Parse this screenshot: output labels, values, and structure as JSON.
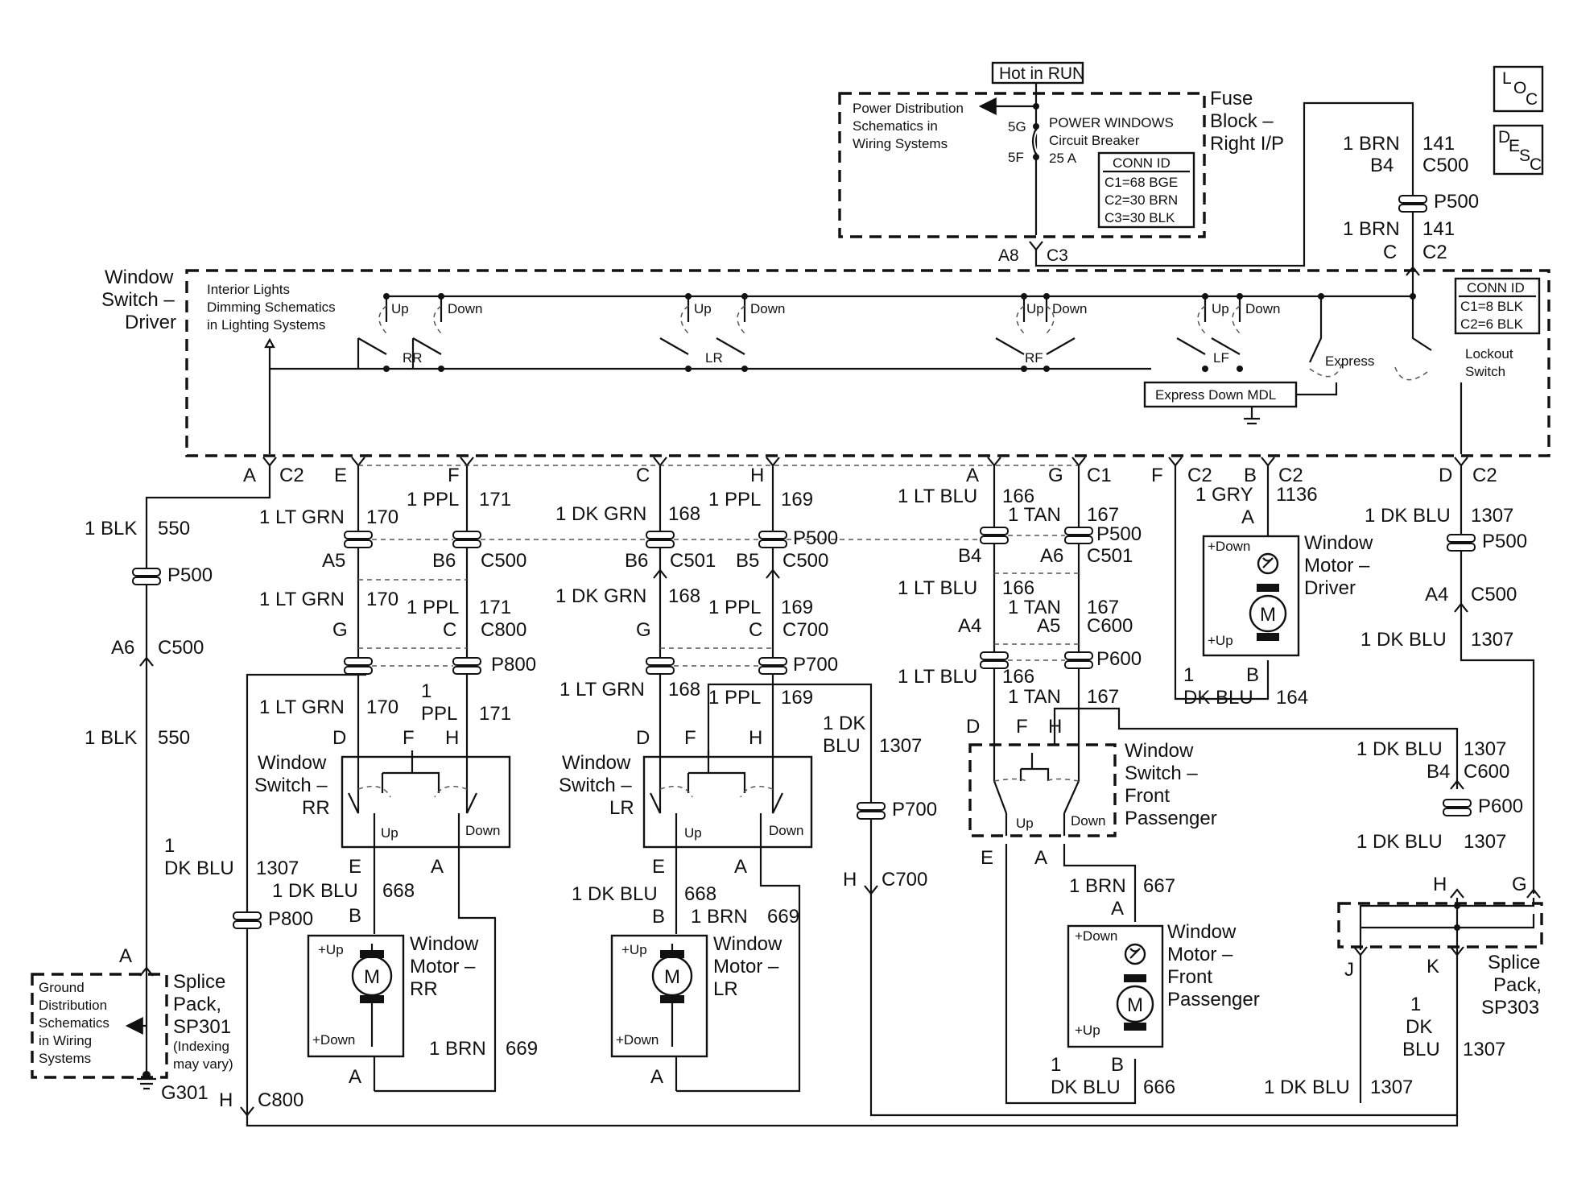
{
  "fuse_block": {
    "hot_label": "Hot in RUN",
    "title": [
      "Fuse",
      "Block –",
      "Right I/P"
    ],
    "power_dist_ref": [
      "Power Distribution",
      "Schematics in",
      "Wiring Systems"
    ],
    "breaker_name": [
      "POWER WINDOWS",
      "Circuit Breaker",
      "25 A"
    ],
    "pin_top": "5G",
    "pin_bottom": "5F",
    "conn_id_title": "CONN ID",
    "conn_ids": [
      "C1=68 BGE",
      "C2=30 BRN",
      "C3=30 BLK"
    ],
    "out_pin": "A8",
    "out_conn": "C3"
  },
  "loc_icon": [
    "L",
    "O",
    "C"
  ],
  "desc_icon": [
    "D",
    "E",
    "S",
    "C"
  ],
  "feed": {
    "wire1": "1 BRN",
    "ckt1": "141",
    "pin1": "B4",
    "conn1": "C500",
    "inline": "P500",
    "wire2": "1 BRN",
    "ckt2": "141",
    "pin2": "C",
    "conn2": "C2"
  },
  "driver_switch": {
    "title": [
      "Window",
      "Switch –",
      "Driver"
    ],
    "interior_ref": [
      "Interior Lights",
      "Dimming Schematics",
      "in Lighting Systems"
    ],
    "conn_id_title": "CONN ID",
    "conn_ids": [
      "C1=8 BLK",
      "C2=6 BLK"
    ],
    "up": "Up",
    "down": "Down",
    "rr": "RR",
    "lr": "LR",
    "rf": "RF",
    "lf": "LF",
    "express": "Express",
    "lockout": [
      "Lockout",
      "Switch"
    ],
    "express_module": "Express Down MDL"
  },
  "driver_pins": {
    "a": "A",
    "a_conn": "C2",
    "e": "E",
    "f": "F",
    "c": "C",
    "h": "H",
    "a2": "A",
    "g": "G",
    "g_conn": "C1",
    "f2": "F",
    "f2_conn": "C2",
    "b": "B",
    "b_conn": "C2",
    "d": "D",
    "d_conn": "C2"
  },
  "ground_circuit": {
    "wire": "1 BLK",
    "ckt": "550",
    "inline": "P500",
    "pin": "A6",
    "conn": "C500",
    "wire2": "1 BLK",
    "ckt2": "550",
    "splice_pin": "A"
  },
  "splice_sp301": {
    "title": [
      "Splice",
      "Pack,",
      "SP301"
    ],
    "note": [
      "(Indexing",
      "may vary)"
    ],
    "ground_ref": [
      "Ground",
      "Distribution",
      "Schematics",
      "in Wiring",
      "Systems"
    ],
    "ground": "G301"
  },
  "rr_circuit": {
    "w1": "1 LT GRN",
    "c1": "170",
    "w2": "1 PPL",
    "c2": "171",
    "pin_a5": "A5",
    "pin_b6": "B6",
    "conn_c500": "C500",
    "w3": "1 LT GRN",
    "c3": "170",
    "w4": "1 PPL",
    "c4": "171",
    "pin_g": "G",
    "pin_c": "C",
    "conn_c800": "C800",
    "inline_p800": "P800",
    "w5": "1 LT GRN",
    "c5": "170",
    "w6": [
      "1",
      "PPL"
    ],
    "c6": "171",
    "pin_d": "D",
    "pin_f": "F",
    "pin_h": "H",
    "switch_title": [
      "Window",
      "Switch –",
      "RR"
    ],
    "up": "Up",
    "down": "Down",
    "pin_e": "E",
    "pin_a": "A",
    "w7": "1 DK BLU",
    "c7": "668",
    "pin_b": "B",
    "motor_title": [
      "Window",
      "Motor –",
      "RR"
    ],
    "motor_up": "+Up",
    "motor_down": "+Down",
    "motor_m": "M",
    "w8": "1 BRN",
    "c8": "669",
    "pin_a2": "A",
    "dkblu_w": [
      "1",
      "DK BLU"
    ],
    "dkblu_c": "1307",
    "p800_2": "P800",
    "pin_h2": "H",
    "conn_c800_2": "C800"
  },
  "lr_circuit": {
    "w1": "1 DK GRN",
    "c1": "168",
    "w2": "1 PPL",
    "c2": "169",
    "inline_p500": "P500",
    "pin_b6": "B6",
    "conn_c501": "C501",
    "pin_b5": "B5",
    "conn_c500": "C500",
    "w3": "1 DK GRN",
    "c3": "168",
    "w4": "1 PPL",
    "c4": "169",
    "pin_g": "G",
    "pin_c": "C",
    "conn_c700": "C700",
    "inline_p700": "P700",
    "w5": "1 LT GRN",
    "c5": "168",
    "w6": "1 PPL",
    "c6": "169",
    "pin_d": "D",
    "pin_f": "F",
    "pin_h": "H",
    "switch_title": [
      "Window",
      "Switch –",
      "LR"
    ],
    "up": "Up",
    "down": "Down",
    "pin_e": "E",
    "pin_a": "A",
    "w7": "1 DK  BLU",
    "c7": "668",
    "pin_b": "B",
    "w8": "1 BRN",
    "c8": "669",
    "motor_title": [
      "Window",
      "Motor –",
      "LR"
    ],
    "motor_up": "+Up",
    "motor_down": "+Down",
    "motor_m": "M",
    "pin_a2": "A",
    "dkblu_w": [
      "1 DK",
      "BLU"
    ],
    "dkblu_c": "1307",
    "p700_2": "P700",
    "pin_h2": "H",
    "conn_c700_2": "C700"
  },
  "rf_circuit": {
    "w1": "1 LT BLU",
    "c1": "166",
    "w2": "1 TAN",
    "c2": "167",
    "inline_p500": "P500",
    "pin_b4": "B4",
    "pin_a6": "A6",
    "conn_c501": "C501",
    "w3": "1 LT BLU",
    "c3": "166",
    "w4": "1 TAN",
    "c4": "167",
    "pin_a4": "A4",
    "pin_a5": "A5",
    "conn_c600": "C600",
    "inline_p600": "P600",
    "w5": "1 LT BLU",
    "c5": "166",
    "w6": "1 TAN",
    "c6": "167",
    "pin_d": "D",
    "pin_f": "F",
    "pin_h": "H",
    "switch_title": [
      "Window",
      "Switch –",
      "Front",
      "Passenger"
    ],
    "up": "Up",
    "down": "Down",
    "pin_e": "E",
    "pin_a": "A",
    "w7": "1 BRN",
    "c7": "667",
    "pin_a2": "A",
    "motor_title": [
      "Window",
      "Motor –",
      "Front",
      "Passenger"
    ],
    "motor_down": "+Down",
    "motor_up": "+Up",
    "motor_m": "M",
    "w8": [
      "1",
      "DK BLU"
    ],
    "c8": "666",
    "pin_b": "B"
  },
  "lf_circuit": {
    "w1": "1 GRY",
    "c1": "1136",
    "pin_a": "A",
    "motor_title": [
      "Window",
      "Motor –",
      "Driver"
    ],
    "motor_down": "+Down",
    "motor_up": "+Up",
    "motor_m": "M",
    "pin_b": "B",
    "w2": [
      "1",
      "DK BLU"
    ],
    "c2": "164"
  },
  "lockout_circuit": {
    "w1": "1 DK BLU",
    "c1": "1307",
    "inline_p500": "P500",
    "pin_a4": "A4",
    "conn_c500": "C500",
    "w2": "1 DK BLU",
    "c2": "1307",
    "w3": "1 DK BLU",
    "c3": "1307",
    "pin_b4": "B4",
    "conn_c600": "C600",
    "inline_p600": "P600",
    "w4": "1 DK BLU",
    "c4": "1307",
    "pin_h": "H",
    "pin_g": "G"
  },
  "splice_sp303": {
    "title": [
      "Splice",
      "Pack,",
      "SP303"
    ],
    "pin_j": "J",
    "pin_k": "K",
    "w1": [
      "1",
      "DK",
      "BLU"
    ],
    "c1": "1307",
    "w2": "1 DK BLU",
    "c2": "1307"
  }
}
